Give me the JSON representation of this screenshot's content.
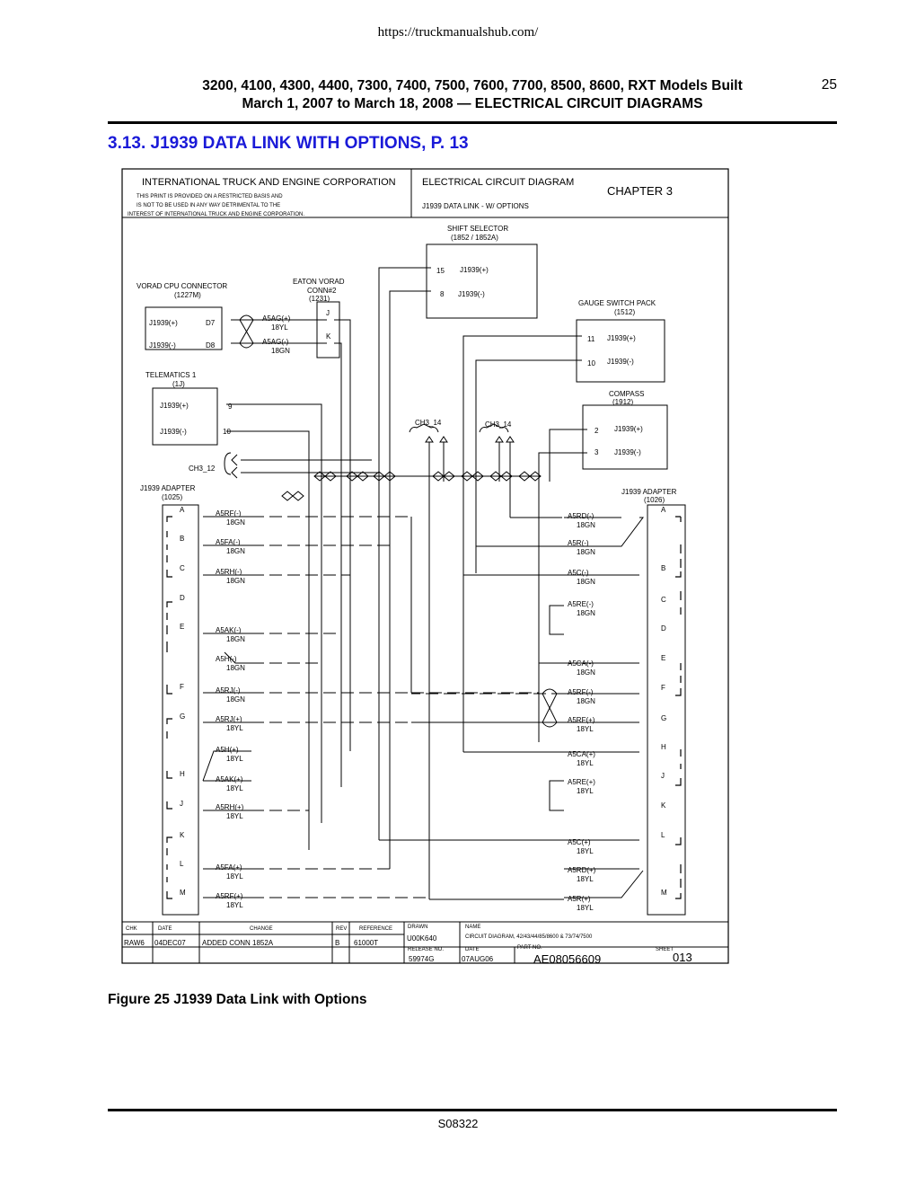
{
  "url": "https://truckmanualshub.com/",
  "header": {
    "line1": "3200, 4100, 4300, 4400, 7300, 7400, 7500, 7600, 7700, 8500, 8600, RXT Models Built",
    "line2": "March 1, 2007 to March 18, 2008 — ELECTRICAL CIRCUIT DIAGRAMS",
    "page_number": "25"
  },
  "section_title": "3.13. J1939 DATA LINK WITH OPTIONS, P. 13",
  "title_block": {
    "company": "INTERNATIONAL TRUCK AND ENGINE CORPORATION",
    "notice": [
      "THIS PRINT IS PROVIDED ON A RESTRICTED BASIS AND",
      "IS NOT TO BE USED IN ANY WAY DETRIMENTAL TO THE",
      "INTEREST OF INTERNATIONAL TRUCK AND ENGINE CORPORATION."
    ],
    "diagram_type": "ELECTRICAL CIRCUIT DIAGRAM",
    "diagram_name": "J1939 DATA LINK - W/ OPTIONS",
    "chapter": "CHAPTER 3"
  },
  "components": {
    "shift_selector": {
      "name": "SHIFT SELECTOR",
      "id": "(1852 / 1852A)",
      "pins": [
        "15",
        "8"
      ],
      "signals": [
        "J1939(+)",
        "J1939(-)"
      ]
    },
    "eaton_vorad": {
      "name": "EATON VORAD",
      "name2": "CONN#2",
      "id": "(1231)",
      "pins": [
        "J",
        "K"
      ]
    },
    "vorad_cpu": {
      "name": "VORAD CPU CONNECTOR",
      "id": "(1227M)",
      "pins": [
        "D7",
        "D8"
      ],
      "signals": [
        "J1939(+)",
        "J1939(-)"
      ]
    },
    "vorad_wires": [
      {
        "circuit": "A5AG(+)",
        "gauge": "18YL"
      },
      {
        "circuit": "A5AG(-)",
        "gauge": "18GN"
      }
    ],
    "gauge_switch": {
      "name": "GAUGE SWITCH PACK",
      "id": "(1512)",
      "pins": [
        "11",
        "10"
      ],
      "signals": [
        "J1939(+)",
        "J1939(-)"
      ]
    },
    "telematics": {
      "name": "TELEMATICS 1",
      "id": "(1J)",
      "pins": [
        "9",
        "10"
      ],
      "signals": [
        "J1939(+)",
        "J1939(-)"
      ]
    },
    "compass": {
      "name": "COMPASS",
      "id": "(1912)",
      "pins": [
        "2",
        "3"
      ],
      "signals": [
        "J1939(+)",
        "J1939(-)"
      ]
    },
    "refs": {
      "ch3_14": "CH3_14",
      "ch3_12": "CH3_12"
    },
    "left_adapter": {
      "name": "J1939 ADAPTER",
      "id": "(1025)",
      "pins": [
        "A",
        "B",
        "C",
        "D",
        "E",
        "F",
        "G",
        "H",
        "J",
        "K",
        "L",
        "M"
      ],
      "wires": [
        {
          "circuit": "A5RF(-)",
          "gauge": "18GN"
        },
        {
          "circuit": "A5FA(-)",
          "gauge": "18GN"
        },
        {
          "circuit": "A5RH(-)",
          "gauge": "18GN"
        },
        {
          "circuit": "A5AK(-)",
          "gauge": "18GN"
        },
        {
          "circuit": "A5H(-)",
          "gauge": "18GN"
        },
        {
          "circuit": "A5RJ(-)",
          "gauge": "18GN"
        },
        {
          "circuit": "A5RJ(+)",
          "gauge": "18YL"
        },
        {
          "circuit": "A5H(+)",
          "gauge": "18YL"
        },
        {
          "circuit": "A5AK(+)",
          "gauge": "18YL"
        },
        {
          "circuit": "A5RH(+)",
          "gauge": "18YL"
        },
        {
          "circuit": "A5FA(+)",
          "gauge": "18YL"
        },
        {
          "circuit": "A5RF(+)",
          "gauge": "18YL"
        }
      ]
    },
    "right_adapter": {
      "name": "J1939 ADAPTER",
      "id": "(1026)",
      "pins": [
        "A",
        "B",
        "C",
        "D",
        "E",
        "F",
        "G",
        "H",
        "J",
        "K",
        "L",
        "M"
      ],
      "wires": [
        {
          "circuit": "A5RD(-)",
          "gauge": "18GN"
        },
        {
          "circuit": "A5R(-)",
          "gauge": "18GN"
        },
        {
          "circuit": "A5C(-)",
          "gauge": "18GN"
        },
        {
          "circuit": "A5RE(-)",
          "gauge": "18GN"
        },
        {
          "circuit": "A5CA(-)",
          "gauge": "18GN"
        },
        {
          "circuit": "A5RF(-)",
          "gauge": "18GN"
        },
        {
          "circuit": "A5RF(+)",
          "gauge": "18YL"
        },
        {
          "circuit": "A5CA(+)",
          "gauge": "18YL"
        },
        {
          "circuit": "A5RE(+)",
          "gauge": "18YL"
        },
        {
          "circuit": "A5C(+)",
          "gauge": "18YL"
        },
        {
          "circuit": "A5RD(+)",
          "gauge": "18YL"
        },
        {
          "circuit": "A5R(+)",
          "gauge": "18YL"
        }
      ]
    }
  },
  "revision_block": {
    "headers": {
      "chk": "CHK",
      "date": "DATE",
      "change": "CHANGE",
      "rev": "REV",
      "reference": "REFERENCE",
      "drawn": "DRAWN",
      "name": "NAME",
      "release_no": "RELEASE NO.",
      "date2": "DATE",
      "part_no": "PART NO.",
      "sheet": "SHEET"
    },
    "chk": "RAW6",
    "date": "04DEC07",
    "change": "ADDED CONN 1852A",
    "rev": "B",
    "reference": "61000T",
    "drawn": "U00K640",
    "name": "CIRCUIT DIAGRAM, 42/43/44/85/8600 & 73/74/7500",
    "release_no": "59974G",
    "release_date": "07AUG06",
    "part_no": "AE08056609",
    "sheet": "013"
  },
  "figure_caption": "Figure 25    J1939 Data Link with Options",
  "footer_code": "S08322"
}
